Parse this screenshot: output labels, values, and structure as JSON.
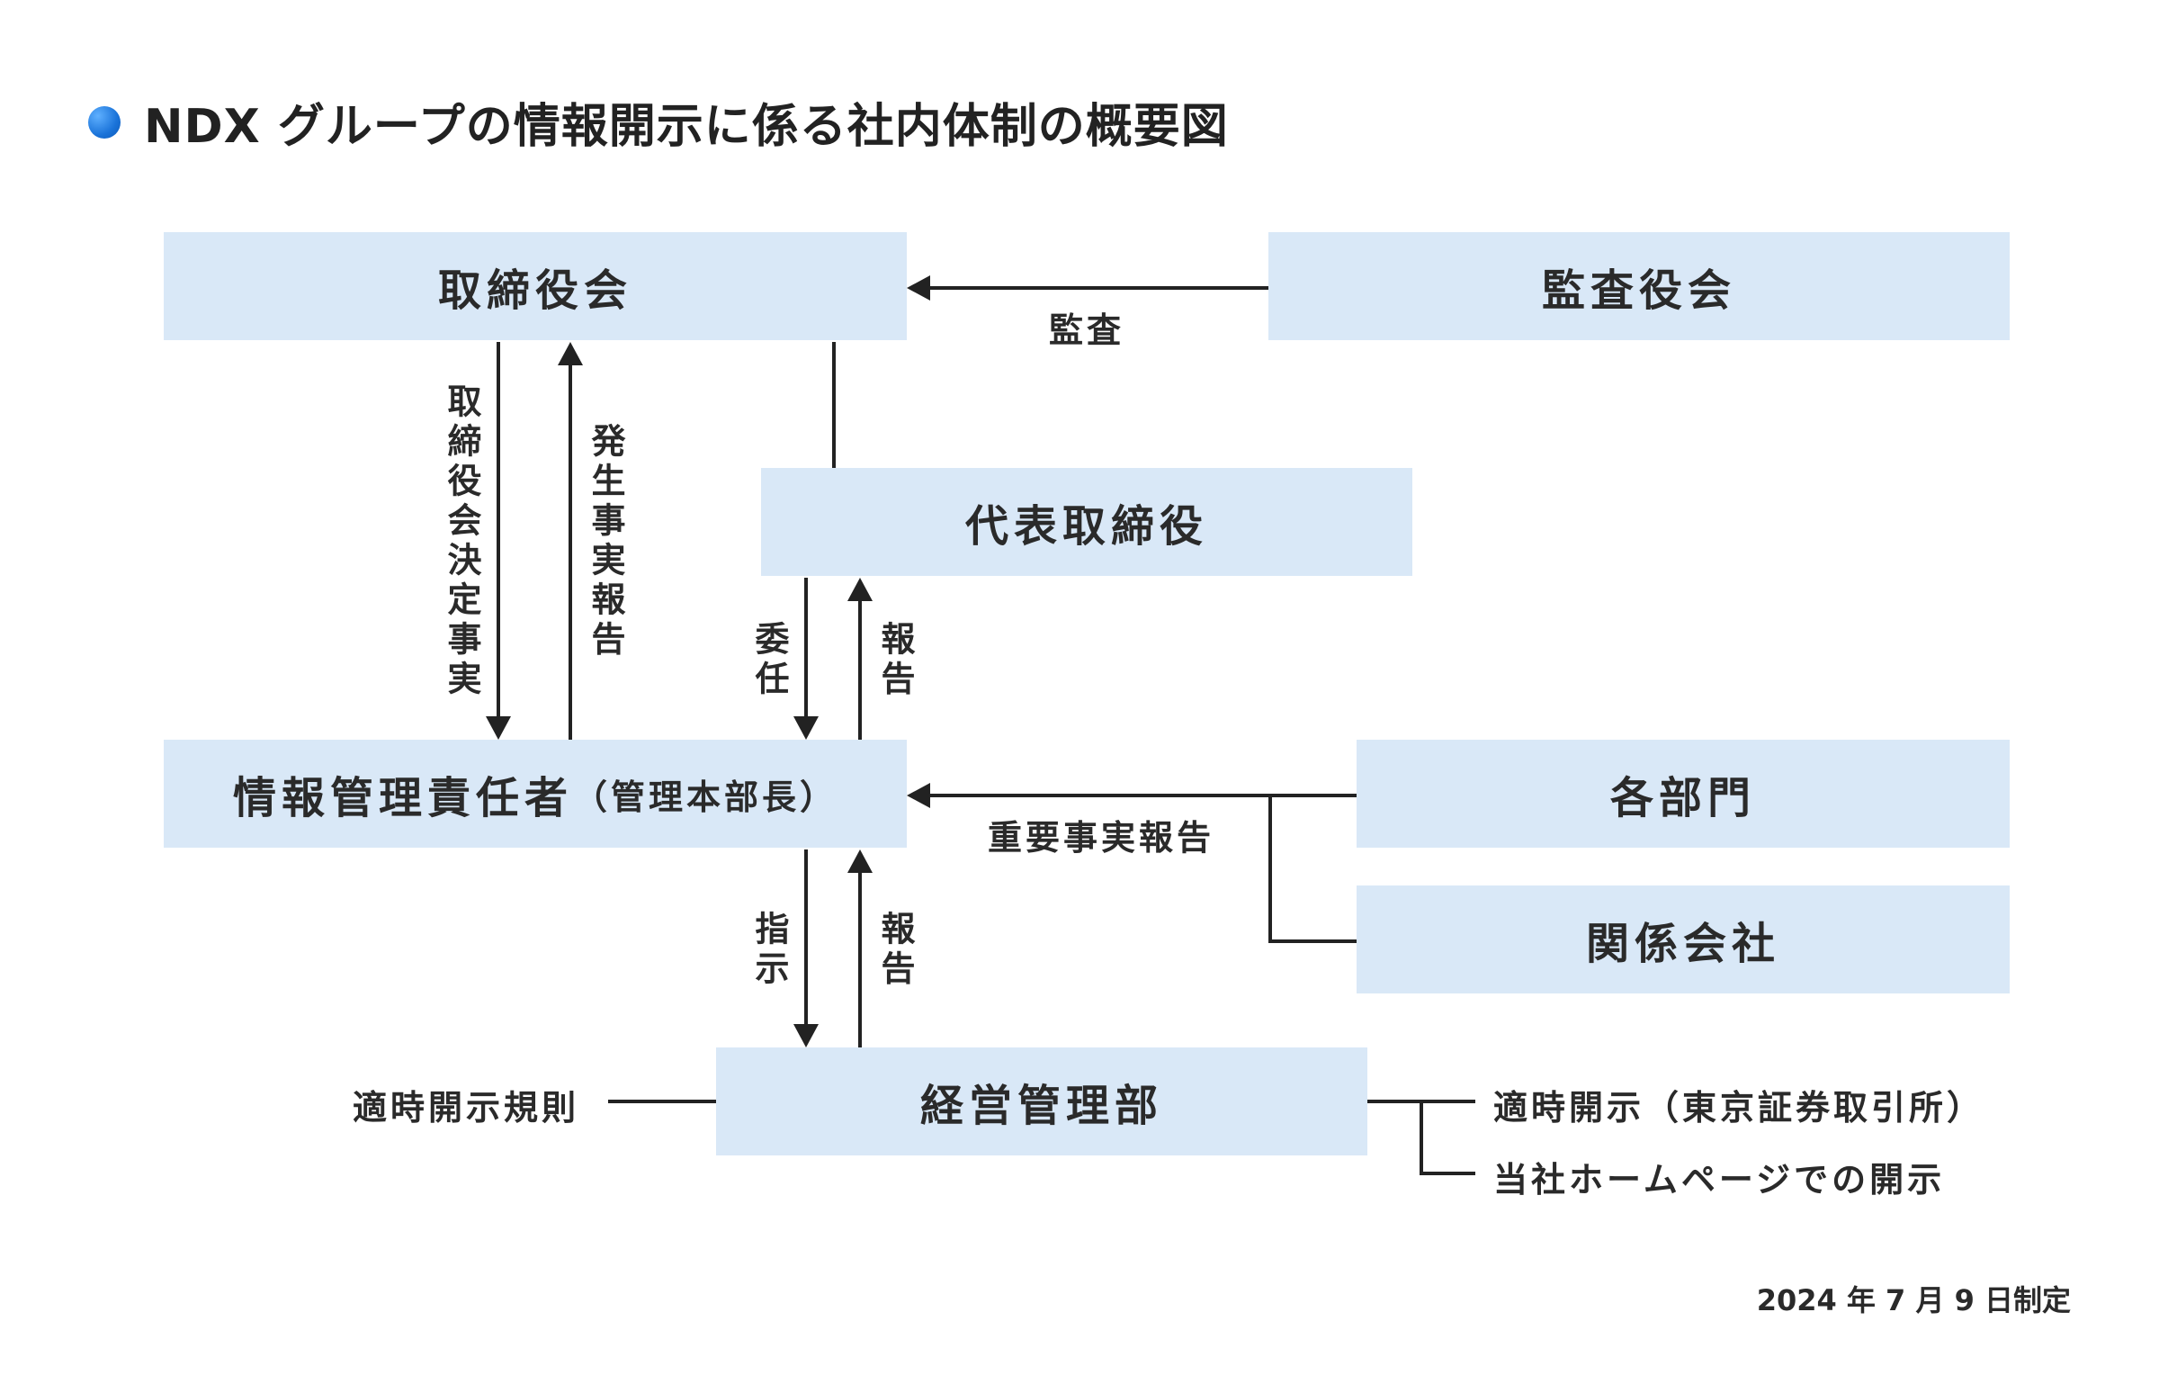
{
  "title": "NDX グループの情報開示に係る社内体制の概要図",
  "boxes": {
    "board": "取締役会",
    "auditors": "監査役会",
    "ceo": "代表取締役",
    "info_officer": "情報管理責任者",
    "info_officer_sub": "（管理本部長）",
    "departments": "各部門",
    "affiliates": "関係会社",
    "management": "経営管理部"
  },
  "labels": {
    "audit": "監査",
    "board_decisions": "取締役会決定事実",
    "occurred_facts_report": "発生事実報告",
    "delegation": "委任",
    "report_ceo": "報告",
    "important_facts_report": "重要事実報告",
    "instruction": "指示",
    "report_mgmt": "報告",
    "timely_disclosure_rules": "適時開示規則",
    "timely_disclosure_tse": "適時開示（東京証券取引所）",
    "homepage_disclosure": "当社ホームページでの開示"
  },
  "footnote": "2024 年 7 月 9 日制定",
  "colors": {
    "box_fill": "#d9e8f7",
    "line": "#222222",
    "bullet": "#1a73d9"
  }
}
